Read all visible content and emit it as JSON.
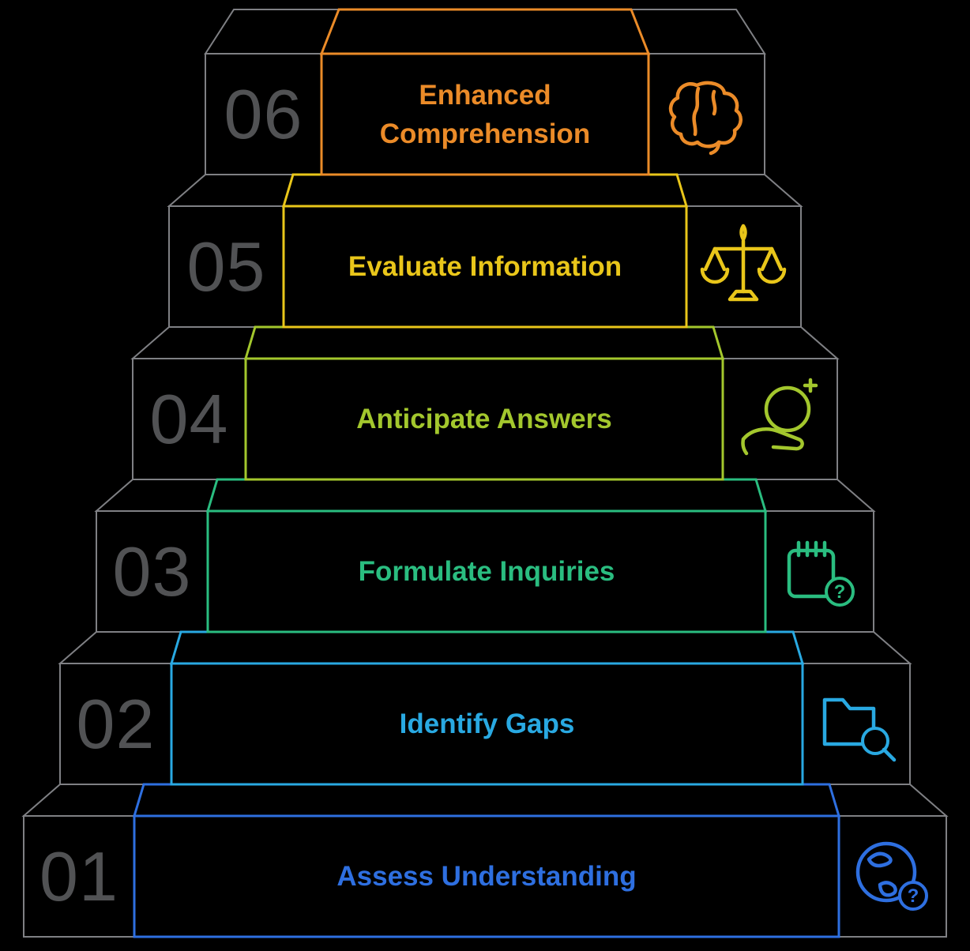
{
  "diagram": {
    "background_color": "#000000",
    "outline_color": "#7f8084",
    "number_color": "#515254",
    "question_glyph": "?",
    "steps": [
      {
        "number": "01",
        "label": "Assess Understanding",
        "color": "#2e6fe0",
        "icon": "globe-question-icon"
      },
      {
        "number": "02",
        "label": "Identify Gaps",
        "color": "#29a9e2",
        "icon": "folder-search-icon"
      },
      {
        "number": "03",
        "label": "Formulate Inquiries",
        "color": "#2abd80",
        "icon": "notepad-question-icon"
      },
      {
        "number": "04",
        "label": "Anticipate Answers",
        "color": "#a3c72d",
        "icon": "hand-sparkle-icon"
      },
      {
        "number": "05",
        "label": "Evaluate Information",
        "color": "#e9c61a",
        "icon": "balance-scale-icon"
      },
      {
        "number": "06",
        "label": "Enhanced Comprehension",
        "color": "#eb8b28",
        "icon": "brain-icon"
      }
    ]
  }
}
